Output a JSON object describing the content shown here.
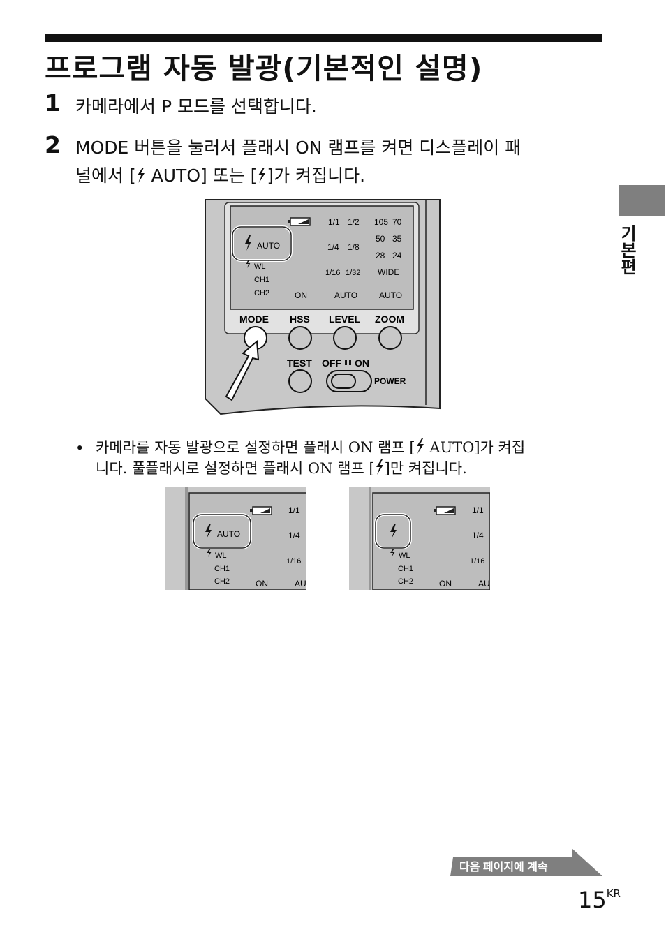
{
  "title": "프로그램 자동 발광(기본적인 설명)",
  "steps": [
    {
      "num": "1",
      "line1": "카메라에서 P 모드를 선택합니다."
    },
    {
      "num": "2",
      "line1": "MODE 버튼을 눌러서 플래시 ON 램프를 켜면 디스플레이 패",
      "line2_a": "널에서 [",
      "line2_b": " AUTO] 또는 [",
      "line2_c": "]가 켜집니다."
    }
  ],
  "side_label": "기본편",
  "device": {
    "flash_auto": "AUTO",
    "wl": "WL",
    "ch1": "CH1",
    "ch2": "CH2",
    "power_levels": [
      "1/1",
      "1/2",
      "1/4",
      "1/8",
      "1/16",
      "1/32"
    ],
    "zoom_values": [
      "105",
      "70",
      "50",
      "35",
      "28",
      "24",
      "WIDE"
    ],
    "status": [
      "ON",
      "AUTO",
      "AUTO"
    ],
    "buttons": [
      "MODE",
      "HSS",
      "LEVEL",
      "ZOOM"
    ],
    "test": "TEST",
    "off": "OFF",
    "on": "ON",
    "power": "POWER"
  },
  "note": {
    "bullet": "•",
    "line1_a": "카메라를 자동 발광으로 설정하면 플래시 ON 램프 [",
    "line1_b": " AUTO]가 켜집",
    "line2_a": "니다. 풀플래시로 설정하면 플래시 ON 램프 [",
    "line2_b": "]만 켜집니다."
  },
  "continue_label": "다음 페이지에 계속",
  "page": {
    "number": "15",
    "suffix": "KR"
  }
}
